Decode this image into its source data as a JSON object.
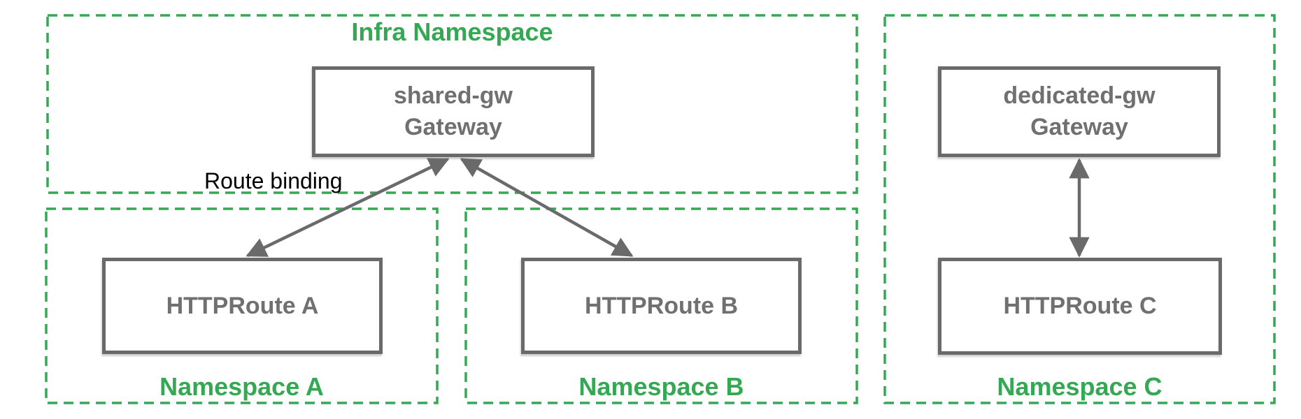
{
  "diagram": {
    "infra_namespace": {
      "label": "Infra Namespace",
      "gateway": {
        "name": "shared-gw",
        "kind": "Gateway"
      }
    },
    "namespace_a": {
      "label": "Namespace A",
      "route": "HTTPRoute A"
    },
    "namespace_b": {
      "label": "Namespace B",
      "route": "HTTPRoute B"
    },
    "namespace_c": {
      "label": "Namespace C",
      "route": "HTTPRoute C",
      "gateway": {
        "name": "dedicated-gw",
        "kind": "Gateway"
      }
    },
    "annotations": {
      "route_binding": "Route binding"
    },
    "edges": [
      {
        "from": "HTTPRoute A",
        "to": "shared-gw Gateway",
        "label": "Route binding",
        "bidirectional": true
      },
      {
        "from": "HTTPRoute B",
        "to": "shared-gw Gateway",
        "label": "Route binding",
        "bidirectional": true
      },
      {
        "from": "HTTPRoute C",
        "to": "dedicated-gw Gateway",
        "bidirectional": true
      }
    ],
    "colors": {
      "namespace_green": "#34a853",
      "node_gray": "#6a6a6a",
      "annotation_black": "#000000",
      "background": "#ffffff"
    }
  }
}
